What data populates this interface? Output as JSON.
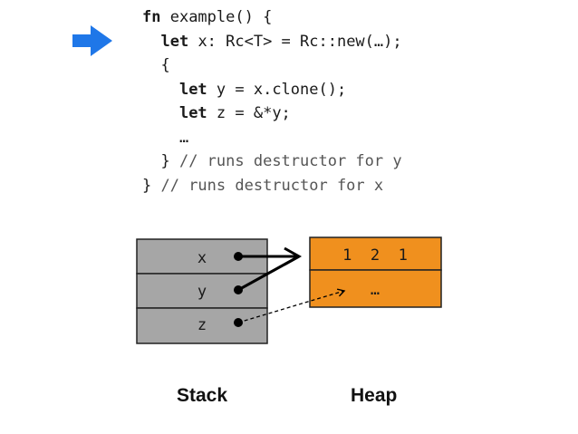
{
  "code": {
    "lines": [
      {
        "indent": "",
        "kw": "fn",
        "text": " example() {",
        "comment": ""
      },
      {
        "indent": "  ",
        "kw": "let",
        "text": " x: Rc<T> = Rc::new(…);",
        "comment": ""
      },
      {
        "indent": "  ",
        "kw": "",
        "text": "{",
        "comment": ""
      },
      {
        "indent": "    ",
        "kw": "let",
        "text": " y = x.clone();",
        "comment": ""
      },
      {
        "indent": "    ",
        "kw": "let",
        "text": " z = &*y;",
        "comment": ""
      },
      {
        "indent": "    ",
        "kw": "",
        "text": "…",
        "comment": ""
      },
      {
        "indent": "  ",
        "kw": "",
        "text": "} ",
        "comment": "// runs destructor for y"
      },
      {
        "indent": "",
        "kw": "",
        "text": "} ",
        "comment": "// runs destructor for x"
      }
    ],
    "current_line_marker": "arrow-right-icon"
  },
  "stack": {
    "caption": "Stack",
    "cells": [
      "x",
      "y",
      "z"
    ],
    "fill": "#a6a6a6"
  },
  "heap": {
    "caption": "Heap",
    "header": "1  2  1",
    "body": "…",
    "fill": "#f0901e"
  },
  "colors": {
    "arrow": "#1f77e8",
    "pointer": "#000000"
  }
}
